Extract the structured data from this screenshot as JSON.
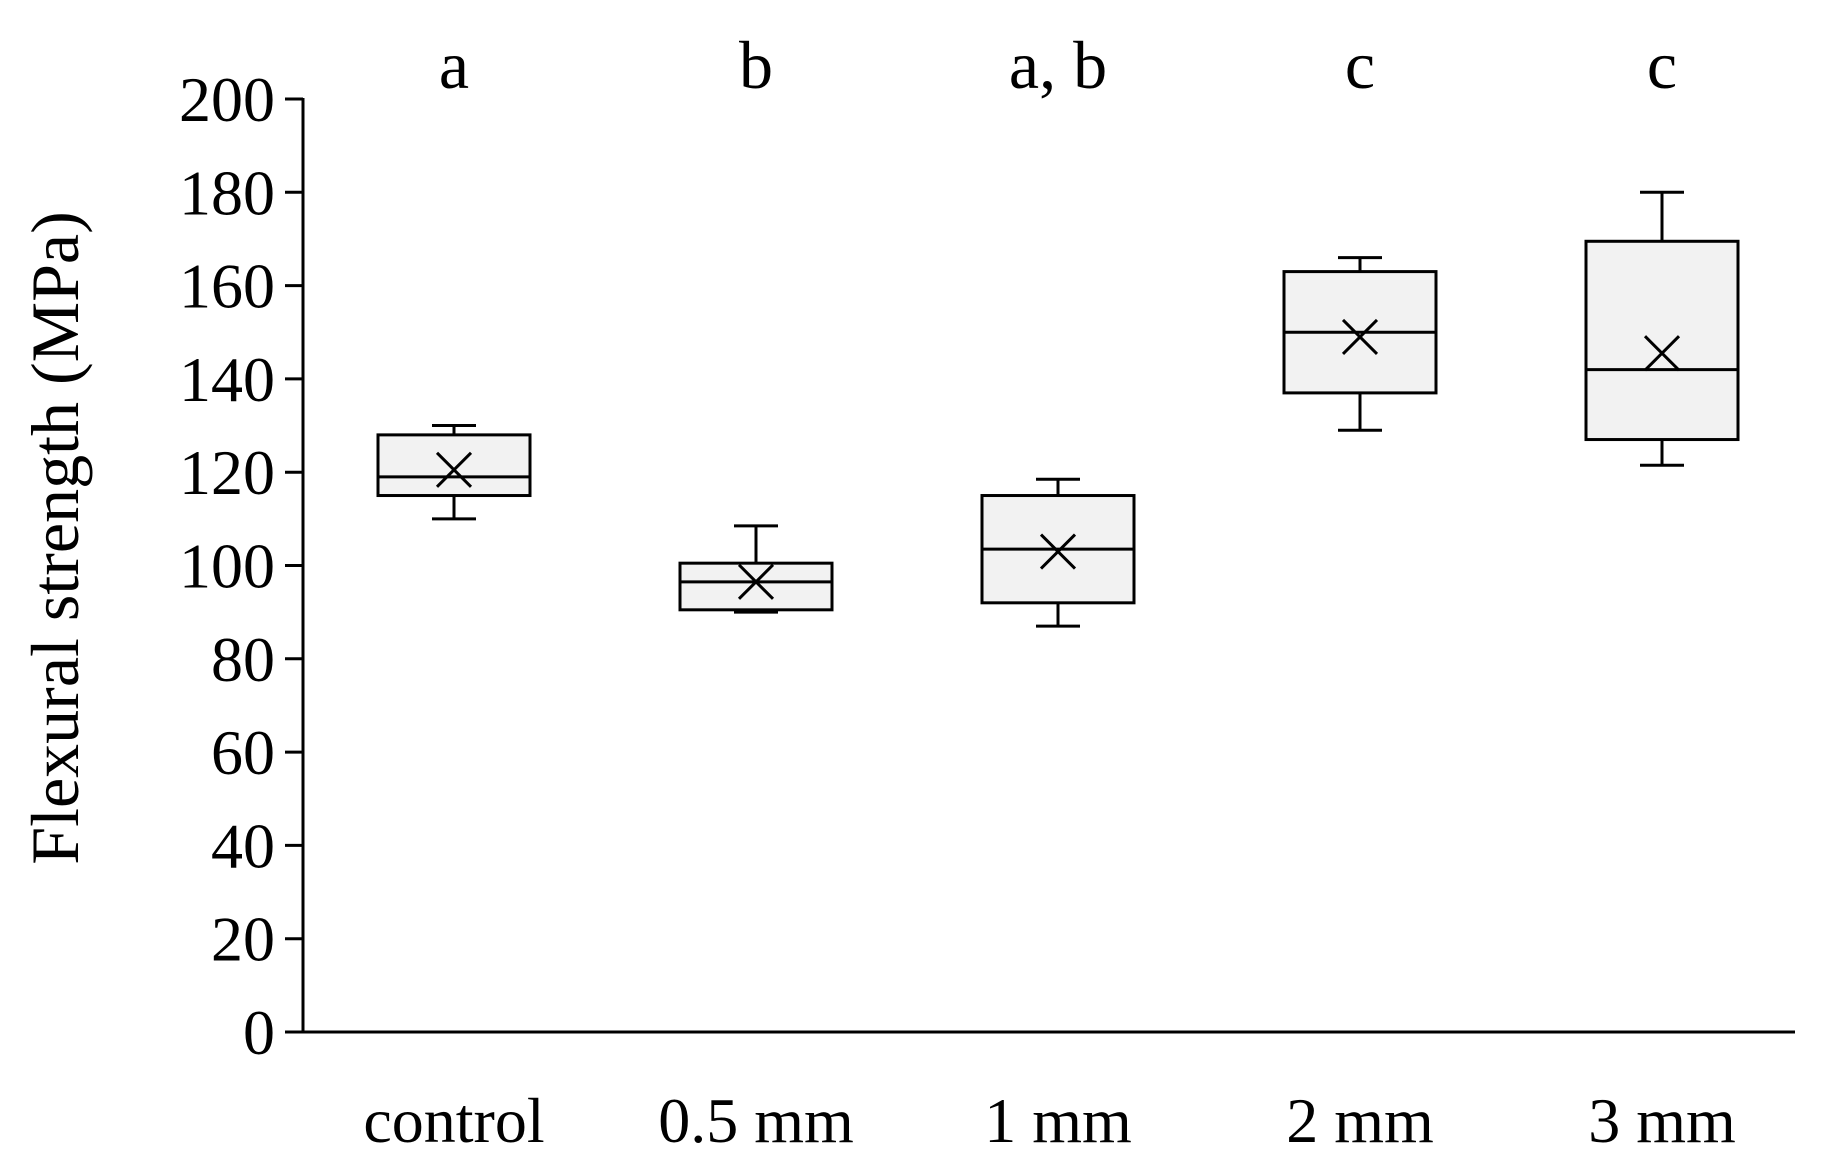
{
  "chart_data": {
    "type": "box",
    "ylabel": "Flexural strength (MPa)",
    "xlabel": "",
    "ylim": [
      0,
      200
    ],
    "yticks": [
      0,
      20,
      40,
      60,
      80,
      100,
      120,
      140,
      160,
      180,
      200
    ],
    "grid": false,
    "categories": [
      "control",
      "0.5 mm",
      "1 mm",
      "2 mm",
      "3 mm"
    ],
    "significance_letters": [
      "a",
      "b",
      "a, b",
      "c",
      "c"
    ],
    "box_fill": "#f2f2f2",
    "boxes": [
      {
        "category": "control",
        "min": 110,
        "q1": 115,
        "median": 119,
        "q3": 128,
        "max": 130,
        "mean": 120.5
      },
      {
        "category": "0.5 mm",
        "min": 90,
        "q1": 90.5,
        "median": 96.5,
        "q3": 100.5,
        "max": 108.5,
        "mean": 96.5
      },
      {
        "category": "1 mm",
        "min": 87,
        "q1": 92,
        "median": 103.5,
        "q3": 115,
        "max": 118.5,
        "mean": 103
      },
      {
        "category": "2 mm",
        "min": 129,
        "q1": 137,
        "median": 150,
        "q3": 163,
        "max": 166,
        "mean": 149
      },
      {
        "category": "3 mm",
        "min": 121.5,
        "q1": 127,
        "median": 142,
        "q3": 169.5,
        "max": 180,
        "mean": 145.5
      }
    ]
  }
}
